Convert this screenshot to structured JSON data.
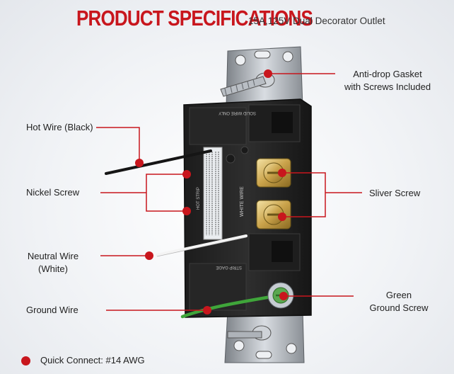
{
  "header": {
    "title": "PRODUCT SPECIFICATIONS",
    "subtitle": "15A,125V Dual Decorator Outlet"
  },
  "labels": {
    "hot_wire": "Hot Wire (Black)",
    "nickel_screw": "Nickel Screw",
    "neutral_wire_line1": "Neutral Wire",
    "neutral_wire_line2": "(White)",
    "ground_wire": "Ground Wire",
    "gasket_line1": "Anti-drop Gasket",
    "gasket_line2": "with Screws Included",
    "sliver_screw": "Sliver Screw",
    "green_screw_line1": "Green",
    "green_screw_line2": "Ground Screw"
  },
  "outlet_text": {
    "solid_wire": "SOLID WIRE ONLY",
    "white_wire": "WHITE WIRE",
    "hot_strip": "HOT STRIP",
    "strip_gage": "STRIP GAGE"
  },
  "legend": {
    "text": "Quick Connect: #14 AWG"
  },
  "colors": {
    "accent": "#c8161d",
    "ground_wire": "#3fa53a",
    "outlet_body": "#242424"
  }
}
